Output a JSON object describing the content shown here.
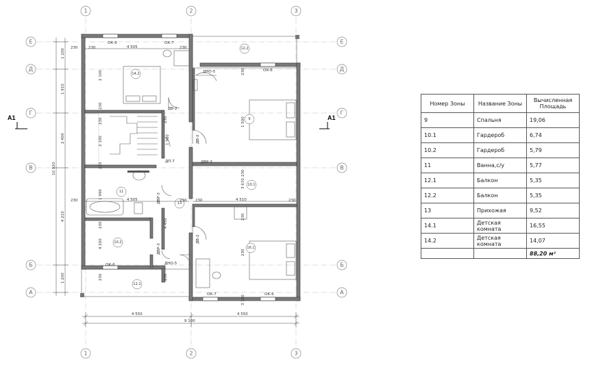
{
  "axes": {
    "columns": [
      "1",
      "2",
      "3"
    ],
    "rows": [
      "Е",
      "Д",
      "Г",
      "В",
      "Б",
      "А"
    ]
  },
  "section_marks": [
    "А1",
    "А1"
  ],
  "dimensions": {
    "bottom_spans": [
      "4 550",
      "4 550"
    ],
    "bottom_total": "9 100",
    "left_outer": [
      "1 200",
      "1 910",
      "2 400",
      "4 210",
      "1 200"
    ],
    "left_total": "10 920",
    "left_230": [
      "230",
      "230"
    ],
    "inner": [
      "4 505",
      "4 505",
      "4 510",
      "230",
      "230",
      "230",
      "230",
      "230",
      "230",
      "230",
      "230",
      "230",
      "230",
      "230",
      "230",
      "3 100",
      "2 100",
      "2 100",
      "1 980",
      "1 990",
      "4 200",
      "4 450",
      "1 500",
      "3 670",
      "230",
      "230",
      "230",
      "230"
    ]
  },
  "openings": {
    "windows": [
      "ОК-6",
      "ОК-7",
      "ОК-6",
      "ОК-6",
      "ОК-7",
      "ОК-6"
    ],
    "doors": [
      "ДНО-5",
      "ДВ-2",
      "ДП-7",
      "ДВР-3",
      "ДВ-2",
      "ДВР-3",
      "ДВ-2",
      "ДВР-3",
      "ДНО-5"
    ]
  },
  "zones": [
    "12.2",
    "14.2",
    "9",
    "11",
    "13",
    "10.1",
    "10.2",
    "16.1",
    "12.1"
  ],
  "table": {
    "headers": [
      "Номер Зоны",
      "Название Зоны",
      "Вычисленная Площадь"
    ],
    "rows": [
      {
        "num": "9",
        "name": "Спальня",
        "area": "19,06"
      },
      {
        "num": "10.1",
        "name": "Гардероб",
        "area": "6,74"
      },
      {
        "num": "10.2",
        "name": "Гардероб",
        "area": "5,79"
      },
      {
        "num": "11",
        "name": "Ванна,с/у",
        "area": "5,77"
      },
      {
        "num": "12.1",
        "name": "Балкон",
        "area": "5,35"
      },
      {
        "num": "12.2",
        "name": "Балкон",
        "area": "5,35"
      },
      {
        "num": "13",
        "name": "Прихожая",
        "area": "9,52"
      },
      {
        "num": "14.1",
        "name": "Детская комната",
        "area": "16,55"
      },
      {
        "num": "14.2",
        "name": "Детская комната",
        "area": "14,07"
      }
    ],
    "total": "88,20 м²"
  }
}
